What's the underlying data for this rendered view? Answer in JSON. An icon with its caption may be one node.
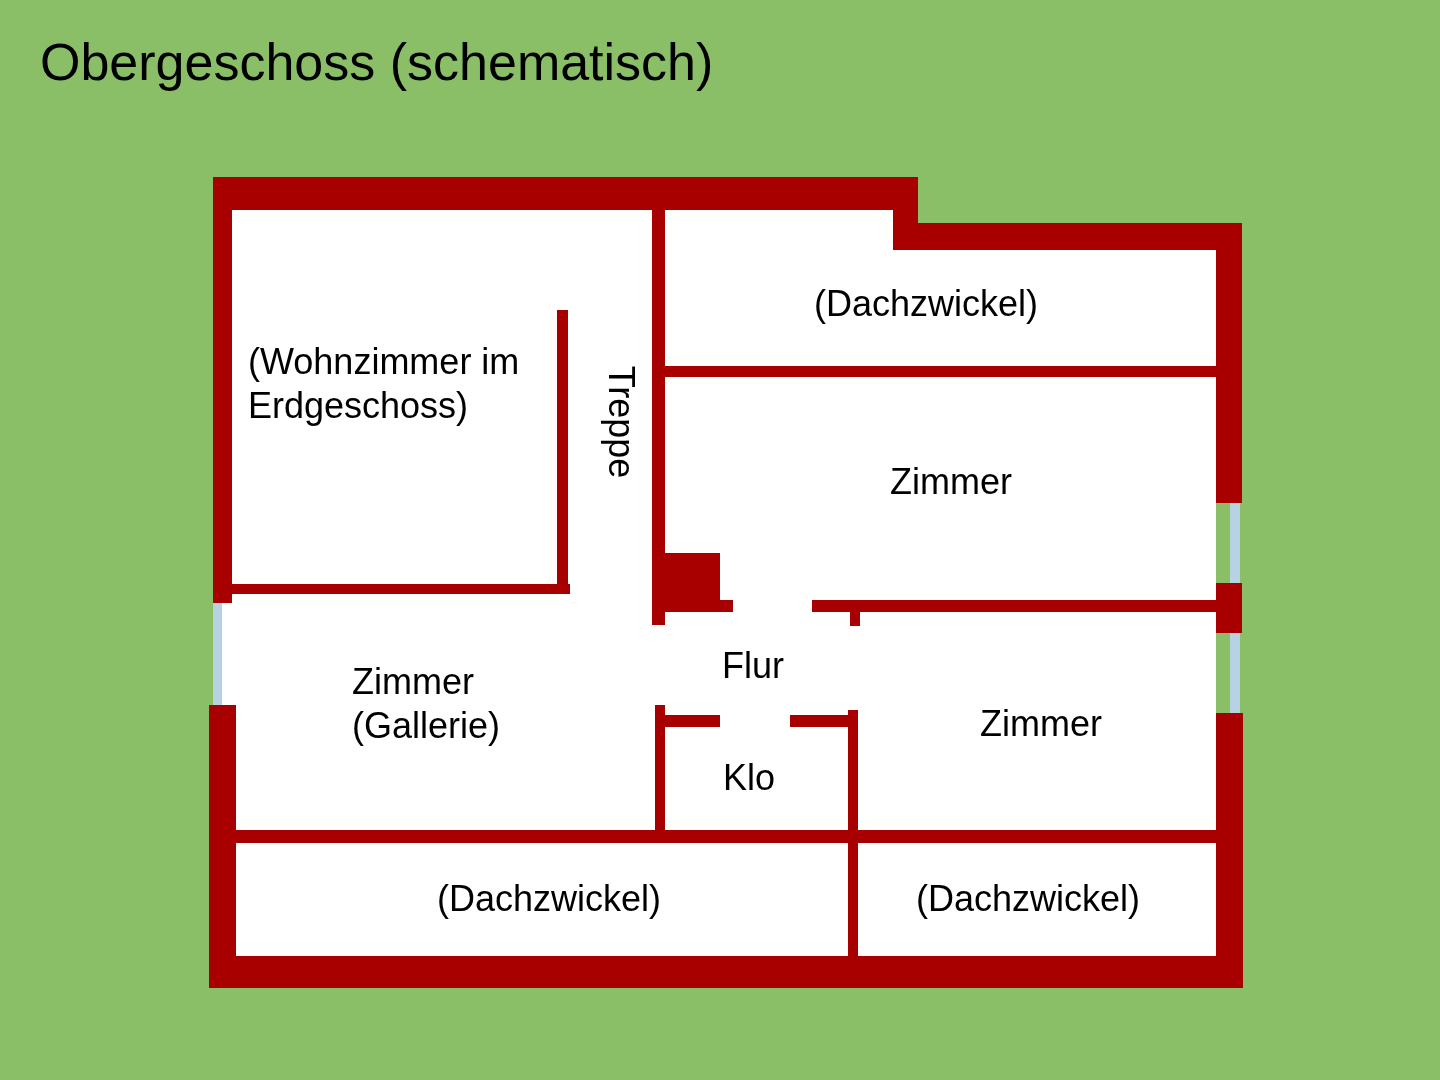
{
  "diagram": {
    "title": "Obergeschoss (schematisch)",
    "nodes": [
      {
        "text": [
          "(Wohnzimmer im Erdgeschoss)"
        ]
      },
      {
        "text": [
          "(Dachzwickel)"
        ]
      },
      {
        "text": [
          "Zimmer"
        ]
      },
      {
        "text": [
          "Zimmer (Gallerie)"
        ]
      },
      {
        "text": [
          "Flur"
        ]
      },
      {
        "text": [
          "Zimmer"
        ]
      },
      {
        "text": [
          "Klo"
        ]
      },
      {
        "text": [
          "(Dachzwickel)"
        ]
      },
      {
        "text": [
          "(Dachzwickel)"
        ]
      }
    ],
    "edges": [],
    "labels": [
      "Treppe"
    ]
  }
}
